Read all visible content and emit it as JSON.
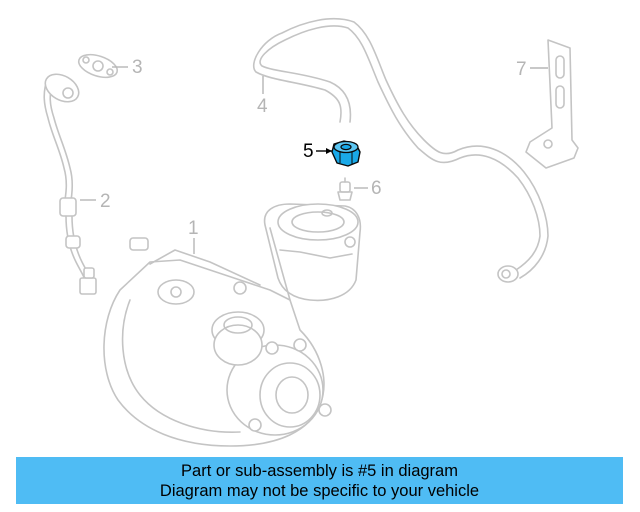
{
  "diagram": {
    "callouts": {
      "c1": "1",
      "c2": "2",
      "c3": "3",
      "c4": "4",
      "c5": "5",
      "c6": "6",
      "c7": "7"
    },
    "highlighted_part": "5",
    "highlight_color": "#1aa9e8",
    "ghost_color": "#c4c4c4"
  },
  "banner": {
    "line1": "Part or sub-assembly is #5 in diagram",
    "line2": "Diagram may not be specific to your vehicle",
    "background": "#4fbcf4"
  }
}
